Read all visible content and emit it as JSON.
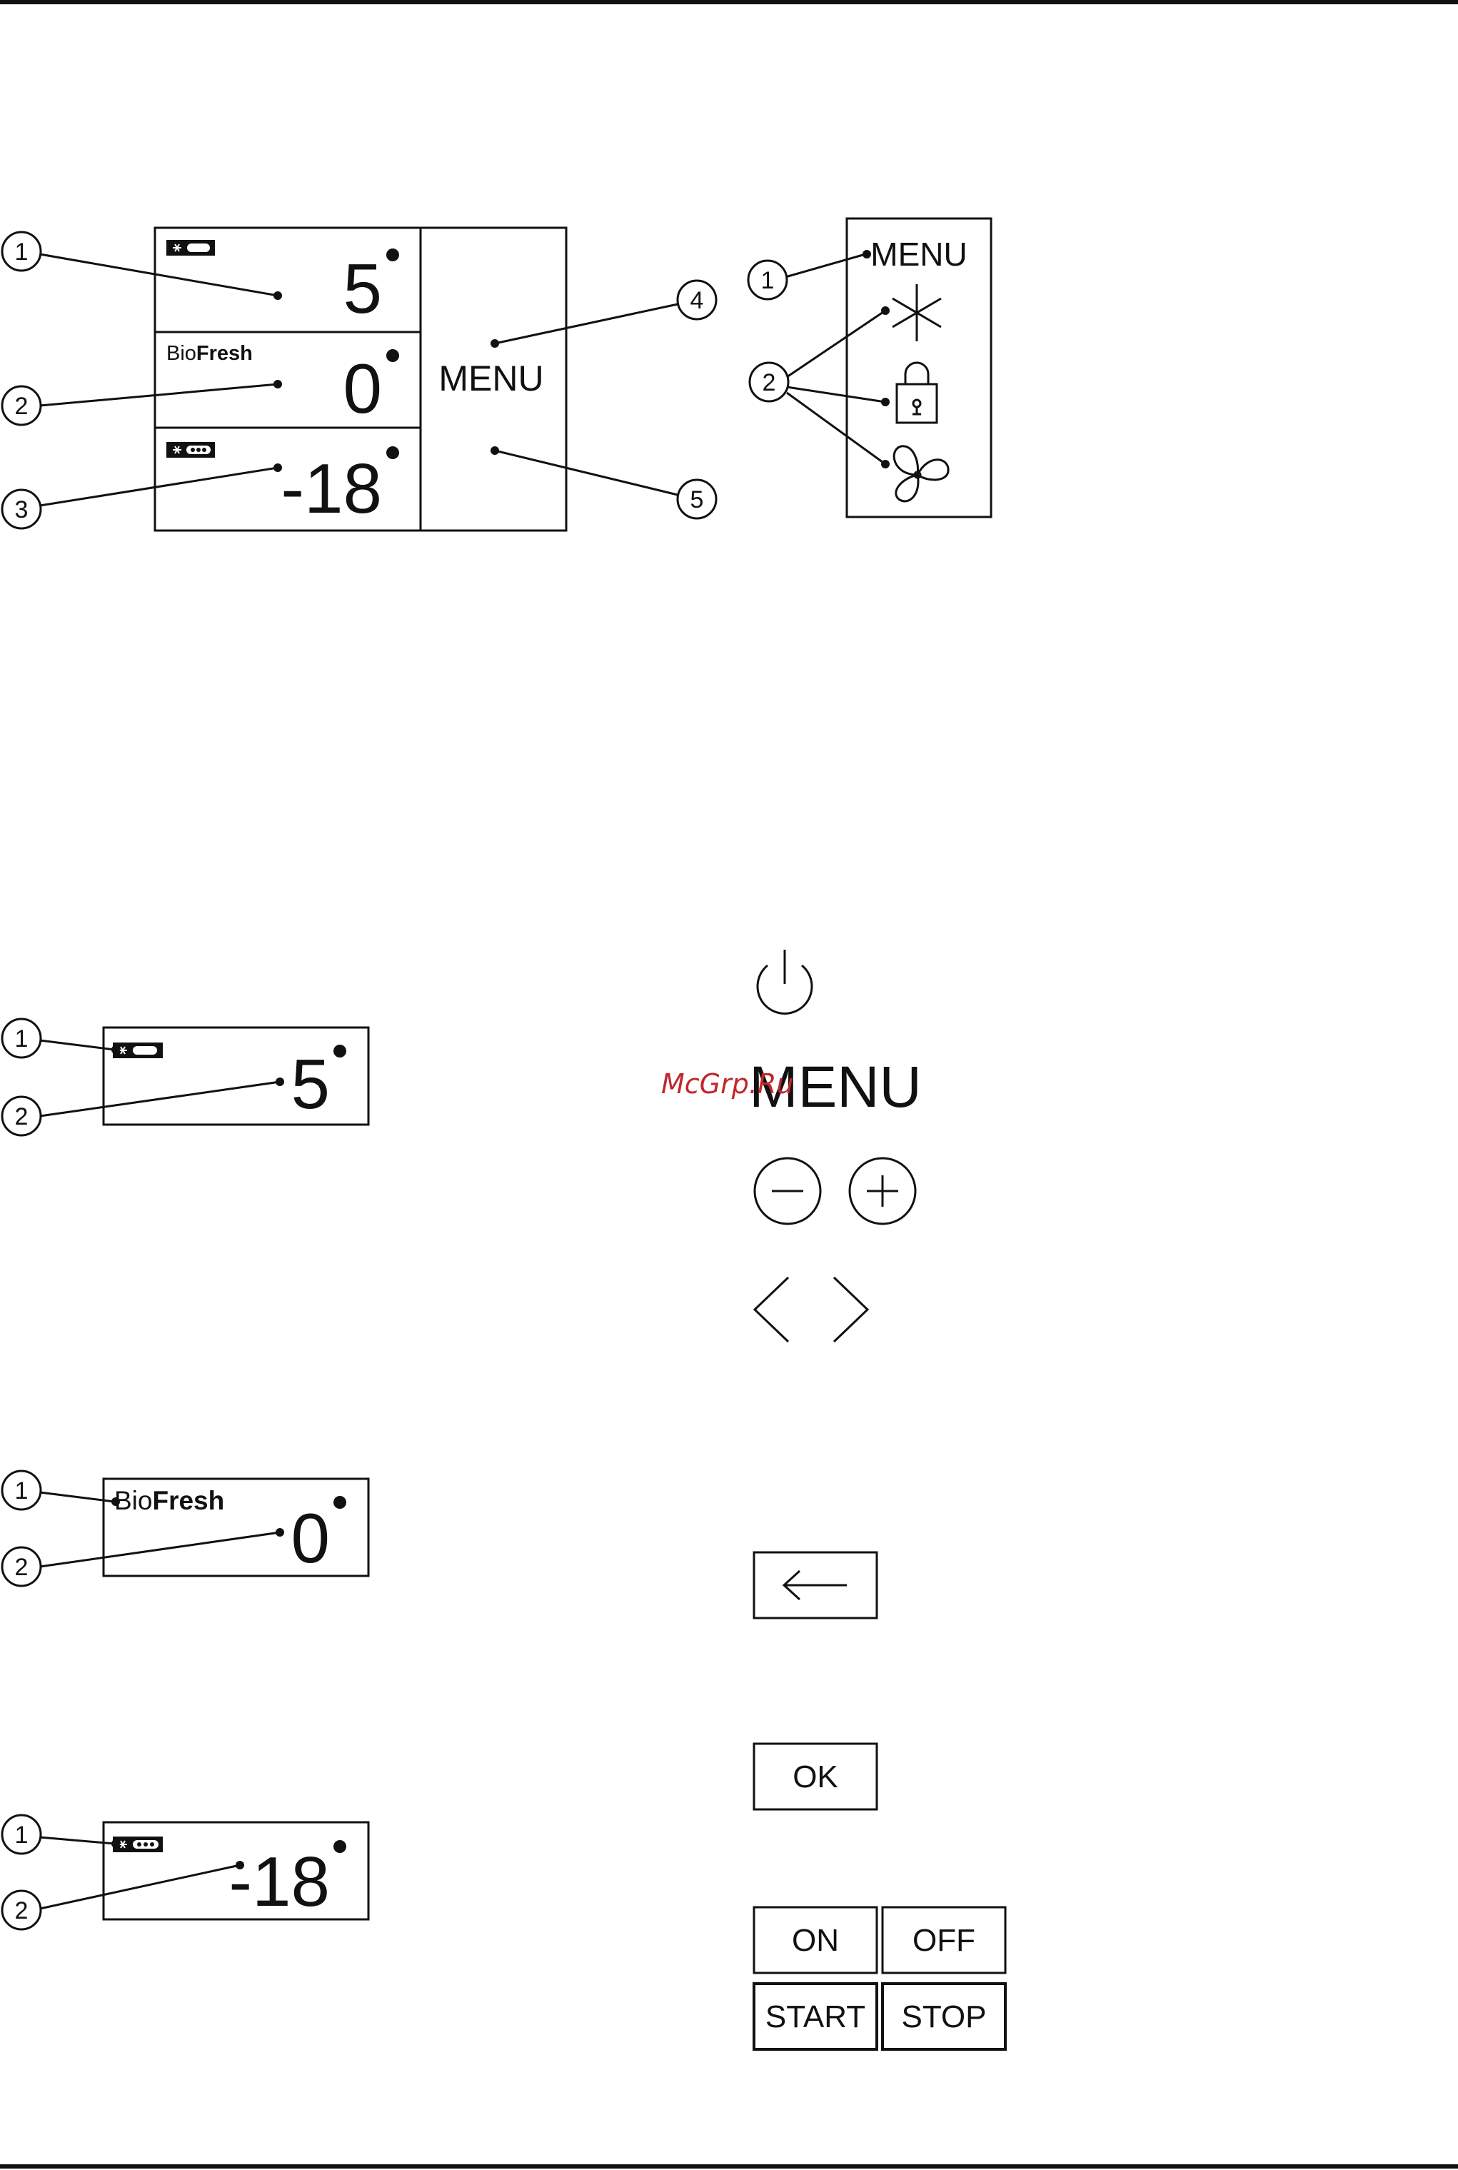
{
  "overview_display": {
    "zone_fridge_temp": "5",
    "zone_biofresh_label_light": "Bio",
    "zone_biofresh_label_bold": "Fresh",
    "zone_biofresh_temp": "0",
    "zone_freezer_temp": "-18",
    "menu_label": "MENU",
    "callouts": [
      "1",
      "2",
      "3",
      "4",
      "5"
    ]
  },
  "status_panel": {
    "menu_label": "MENU",
    "icons": [
      "snowflake-icon",
      "lock-icon",
      "fan-icon"
    ],
    "callouts": [
      "1",
      "2"
    ]
  },
  "fridge_display": {
    "temp": "5",
    "callouts": [
      "1",
      "2"
    ]
  },
  "biofresh_display": {
    "label_light": "Bio",
    "label_bold": "Fresh",
    "temp": "0",
    "callouts": [
      "1",
      "2"
    ]
  },
  "freezer_display": {
    "temp": "-18",
    "callouts": [
      "1",
      "2"
    ]
  },
  "symbols": {
    "menu_label": "MENU",
    "ok_label": "OK",
    "on_label": "ON",
    "off_label": "OFF",
    "start_label": "START",
    "stop_label": "STOP",
    "icons": [
      "power-icon",
      "minus-icon",
      "plus-icon",
      "chevron-left-icon",
      "chevron-right-icon",
      "back-arrow-icon"
    ]
  },
  "watermark": "McGrp.Ru"
}
